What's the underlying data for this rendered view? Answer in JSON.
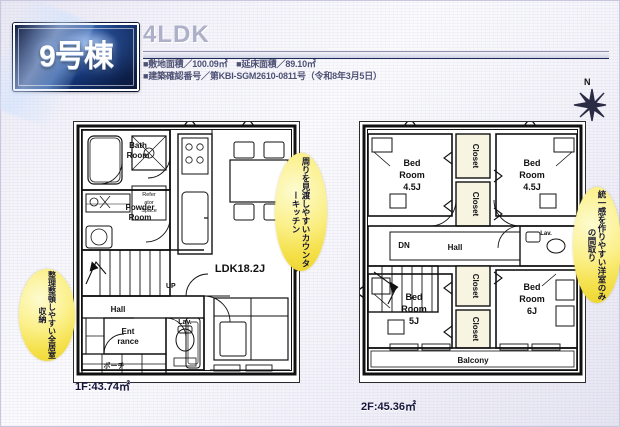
{
  "header": {
    "badge_label": "9号棟",
    "plan_type": "4LDK",
    "spec_land_label": "敷地面積／",
    "spec_land_value": "100.09㎡",
    "spec_floor_label": "延床面積／",
    "spec_floor_value": "89.10㎡",
    "spec_permit_label": "建築確認番号／",
    "spec_permit_value": "第KBI-SGM2610-0811号（令和8年3月5日）",
    "spec_line1": "■敷地面積／100.09㎡　■延床面積／89.10㎡",
    "spec_line2": "■建築確認番号／第KBI-SGM2610-0811号（令和8年3月5日）"
  },
  "compass": {
    "label": "N"
  },
  "callouts": {
    "left": "整理整頓しやすい全居室収納",
    "kitchen": "周りを見渡しやすいカウンターキッチン",
    "right": "統一感を作りやすい洋室のみの間取り"
  },
  "floor1": {
    "area_caption": "1F:43.74㎡",
    "rooms": [
      {
        "name": "bath-room",
        "label": "Bath\nRoom"
      },
      {
        "name": "powder-room",
        "label": "Powder\nRoom"
      },
      {
        "name": "ldk",
        "label": "LDK18.2J"
      },
      {
        "name": "hall",
        "label": "Hall"
      },
      {
        "name": "entrance",
        "label": "Ent\nrance"
      },
      {
        "name": "lavatory",
        "label": "Lav."
      },
      {
        "name": "porch",
        "label": "ポーチ"
      },
      {
        "name": "refrigerator",
        "label": "Refer\nator\nSpace"
      },
      {
        "name": "up-stair",
        "label": "UP"
      }
    ],
    "labels": {
      "bath": "Bath",
      "bath2": "Room",
      "powder": "Powder",
      "powder2": "Room",
      "ldk": "LDK18.2J",
      "hall": "Hall",
      "entrance": "Ent",
      "entrance2": "rance",
      "lav": "Lav.",
      "porch": "ポーチ",
      "fridge1": "Refer",
      "fridge2": "ator",
      "fridge3": "Space",
      "up": "UP"
    }
  },
  "floor2": {
    "area_caption": "2F:45.36㎡",
    "labels": {
      "bed_nw1": "Bed",
      "bed_nw2": "Room",
      "bed_nw3": "4.5J",
      "bed_ne1": "Bed",
      "bed_ne2": "Room",
      "bed_ne3": "4.5J",
      "bed_sw1": "Bed",
      "bed_sw2": "Room",
      "bed_sw3": "5J",
      "bed_se1": "Bed",
      "bed_se2": "Room",
      "bed_se3": "6J",
      "closet1": "Closet",
      "closet2": "Closet",
      "closet3": "Closet",
      "closet4": "Closet",
      "hall": "Hall",
      "dn": "DN",
      "balcony": "Balcony",
      "lav": "Lav."
    },
    "rooms": [
      {
        "name": "bed-room-nw",
        "label": "Bed Room 4.5J"
      },
      {
        "name": "bed-room-ne",
        "label": "Bed Room 4.5J"
      },
      {
        "name": "bed-room-sw",
        "label": "Bed Room 5J"
      },
      {
        "name": "bed-room-se",
        "label": "Bed Room 6J"
      },
      {
        "name": "balcony",
        "label": "Balcony"
      },
      {
        "name": "hall",
        "label": "Hall"
      }
    ]
  },
  "colors": {
    "accent_yellow": "#f5e14c",
    "badge_navy": "#12306e",
    "ink": "#111111",
    "closet_fill": "#f7f4e2",
    "page_bg": "#f2f1f9"
  }
}
